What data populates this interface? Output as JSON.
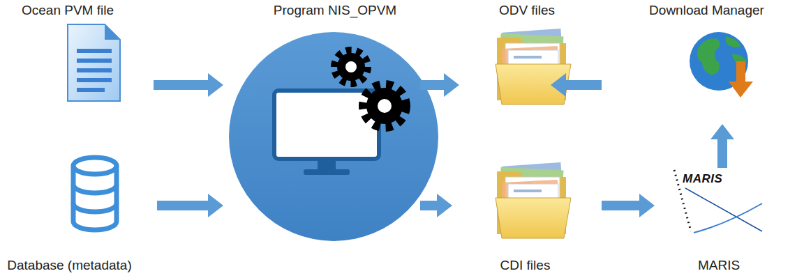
{
  "diagram": {
    "nodes": [
      {
        "text": [
          "Ocean PVM file"
        ]
      },
      {
        "text": [
          "Database (metadata)"
        ]
      },
      {
        "text": [
          "Program NIS_OPVM"
        ]
      },
      {
        "text": [
          "ODV files"
        ]
      },
      {
        "text": [
          "CDI files"
        ]
      },
      {
        "text": [
          "Download Manager"
        ]
      },
      {
        "text": [
          "MARIS"
        ]
      }
    ],
    "edges": [
      {
        "from": 0,
        "to": 2,
        "arrow": "to"
      },
      {
        "from": 1,
        "to": 2,
        "arrow": "to"
      },
      {
        "from": 2,
        "to": 3,
        "arrow": "to"
      },
      {
        "from": 2,
        "to": 4,
        "arrow": "to"
      },
      {
        "from": 3,
        "to": 5,
        "arrow": "to"
      },
      {
        "from": 4,
        "to": 6,
        "arrow": "to"
      },
      {
        "from": 6,
        "to": 5,
        "arrow": "to"
      }
    ],
    "labels": [
      "MARIS"
    ]
  }
}
